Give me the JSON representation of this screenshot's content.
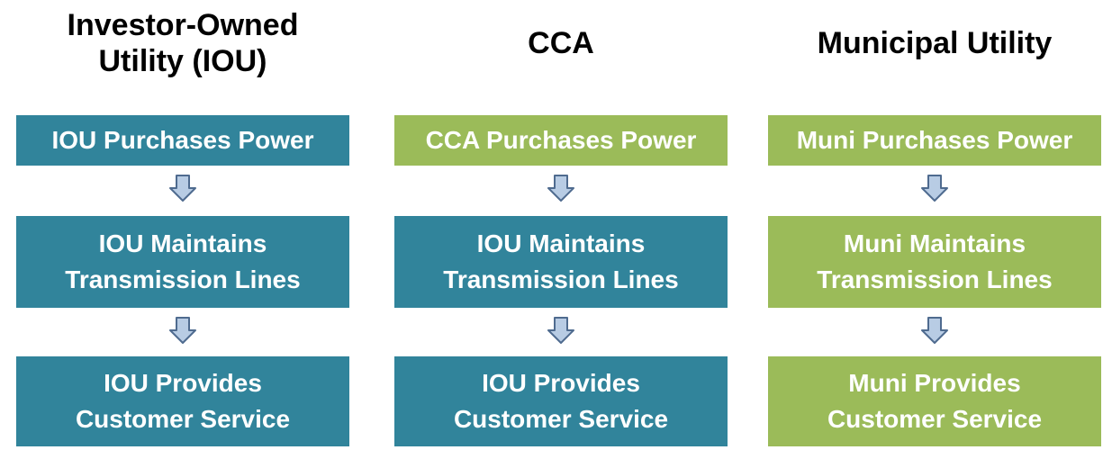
{
  "colors": {
    "iou_box": "#31849b",
    "green_box": "#9bbb59",
    "arrow_fill": "#b8cce4",
    "arrow_stroke": "#4f6b8f"
  },
  "icons": {
    "arrow": "down-arrow-icon"
  },
  "columns": [
    {
      "title": "Investor-Owned\nUtility (IOU)",
      "boxes": [
        {
          "label": "IOU Purchases Power",
          "color": "iou"
        },
        {
          "label": "IOU Maintains\nTransmission Lines",
          "color": "iou"
        },
        {
          "label": "IOU Provides\nCustomer Service",
          "color": "iou"
        }
      ]
    },
    {
      "title": "CCA",
      "boxes": [
        {
          "label": "CCA Purchases Power",
          "color": "green"
        },
        {
          "label": "IOU Maintains\nTransmission Lines",
          "color": "iou"
        },
        {
          "label": "IOU Provides\nCustomer Service",
          "color": "iou"
        }
      ]
    },
    {
      "title": "Municipal Utility",
      "boxes": [
        {
          "label": "Muni Purchases Power",
          "color": "green"
        },
        {
          "label": "Muni Maintains\nTransmission Lines",
          "color": "green"
        },
        {
          "label": "Muni Provides\nCustomer Service",
          "color": "green"
        }
      ]
    }
  ]
}
